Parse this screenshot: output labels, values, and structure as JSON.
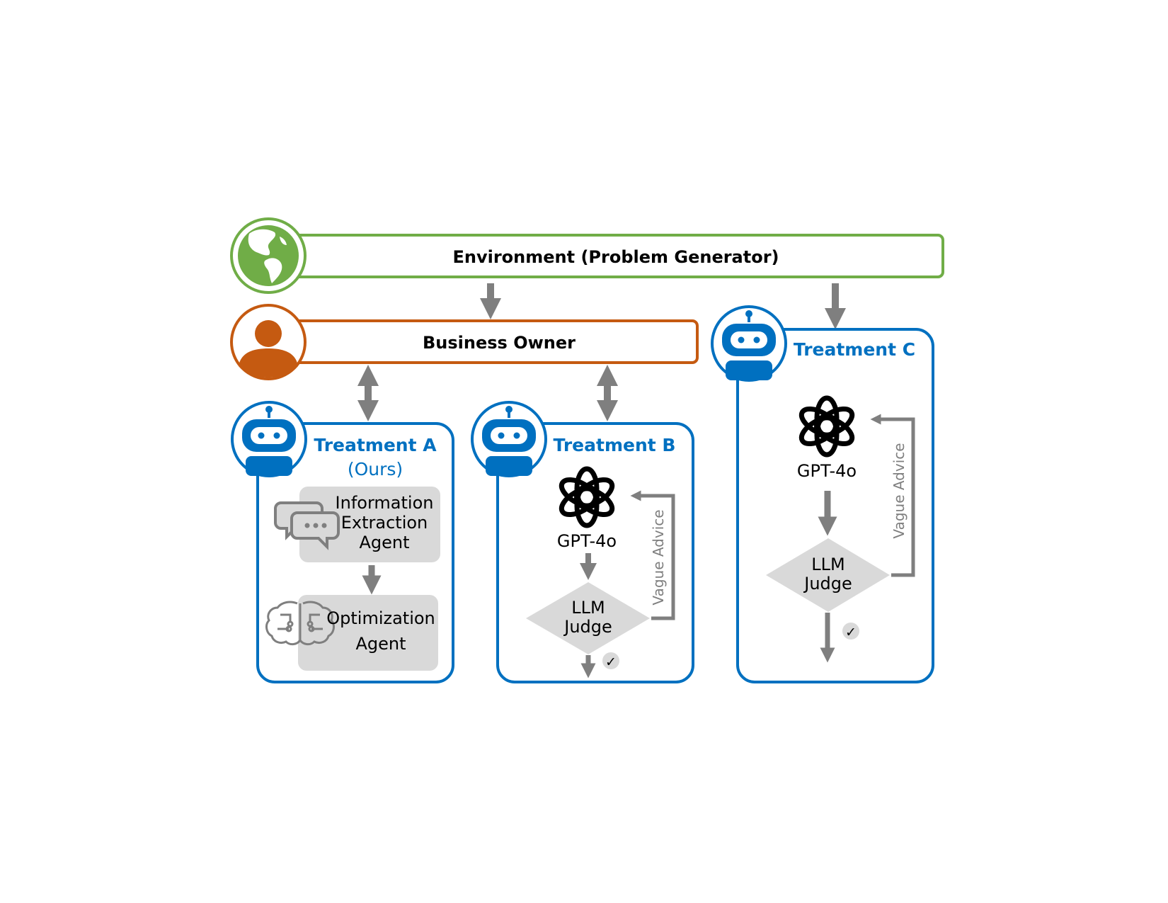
{
  "environment": {
    "label": "Environment (Problem Generator)"
  },
  "business_owner": {
    "label": "Business Owner"
  },
  "treatment_a": {
    "title": "Treatment A",
    "subtitle": "(Ours)",
    "info_agent": {
      "line1": "Information",
      "line2": "Extraction",
      "line3": "Agent"
    },
    "opt_agent": {
      "line1": "Optimization",
      "line2": "Agent"
    }
  },
  "treatment_b": {
    "title": "Treatment B",
    "model": "GPT-4o",
    "judge": {
      "line1": "LLM",
      "line2": "Judge"
    },
    "feedback": "Vague Advice",
    "check": "✓"
  },
  "treatment_c": {
    "title": "Treatment C",
    "model": "GPT-4o",
    "judge": {
      "line1": "LLM",
      "line2": "Judge"
    },
    "feedback": "Vague Advice",
    "check": "✓"
  },
  "colors": {
    "environment": "#70ad47",
    "business_owner": "#c55a11",
    "treatment": "#0070c0",
    "arrow": "#7f7f7f",
    "agent_box": "#d9d9d9",
    "judge": "#d9d9d9",
    "text": "#000000"
  }
}
